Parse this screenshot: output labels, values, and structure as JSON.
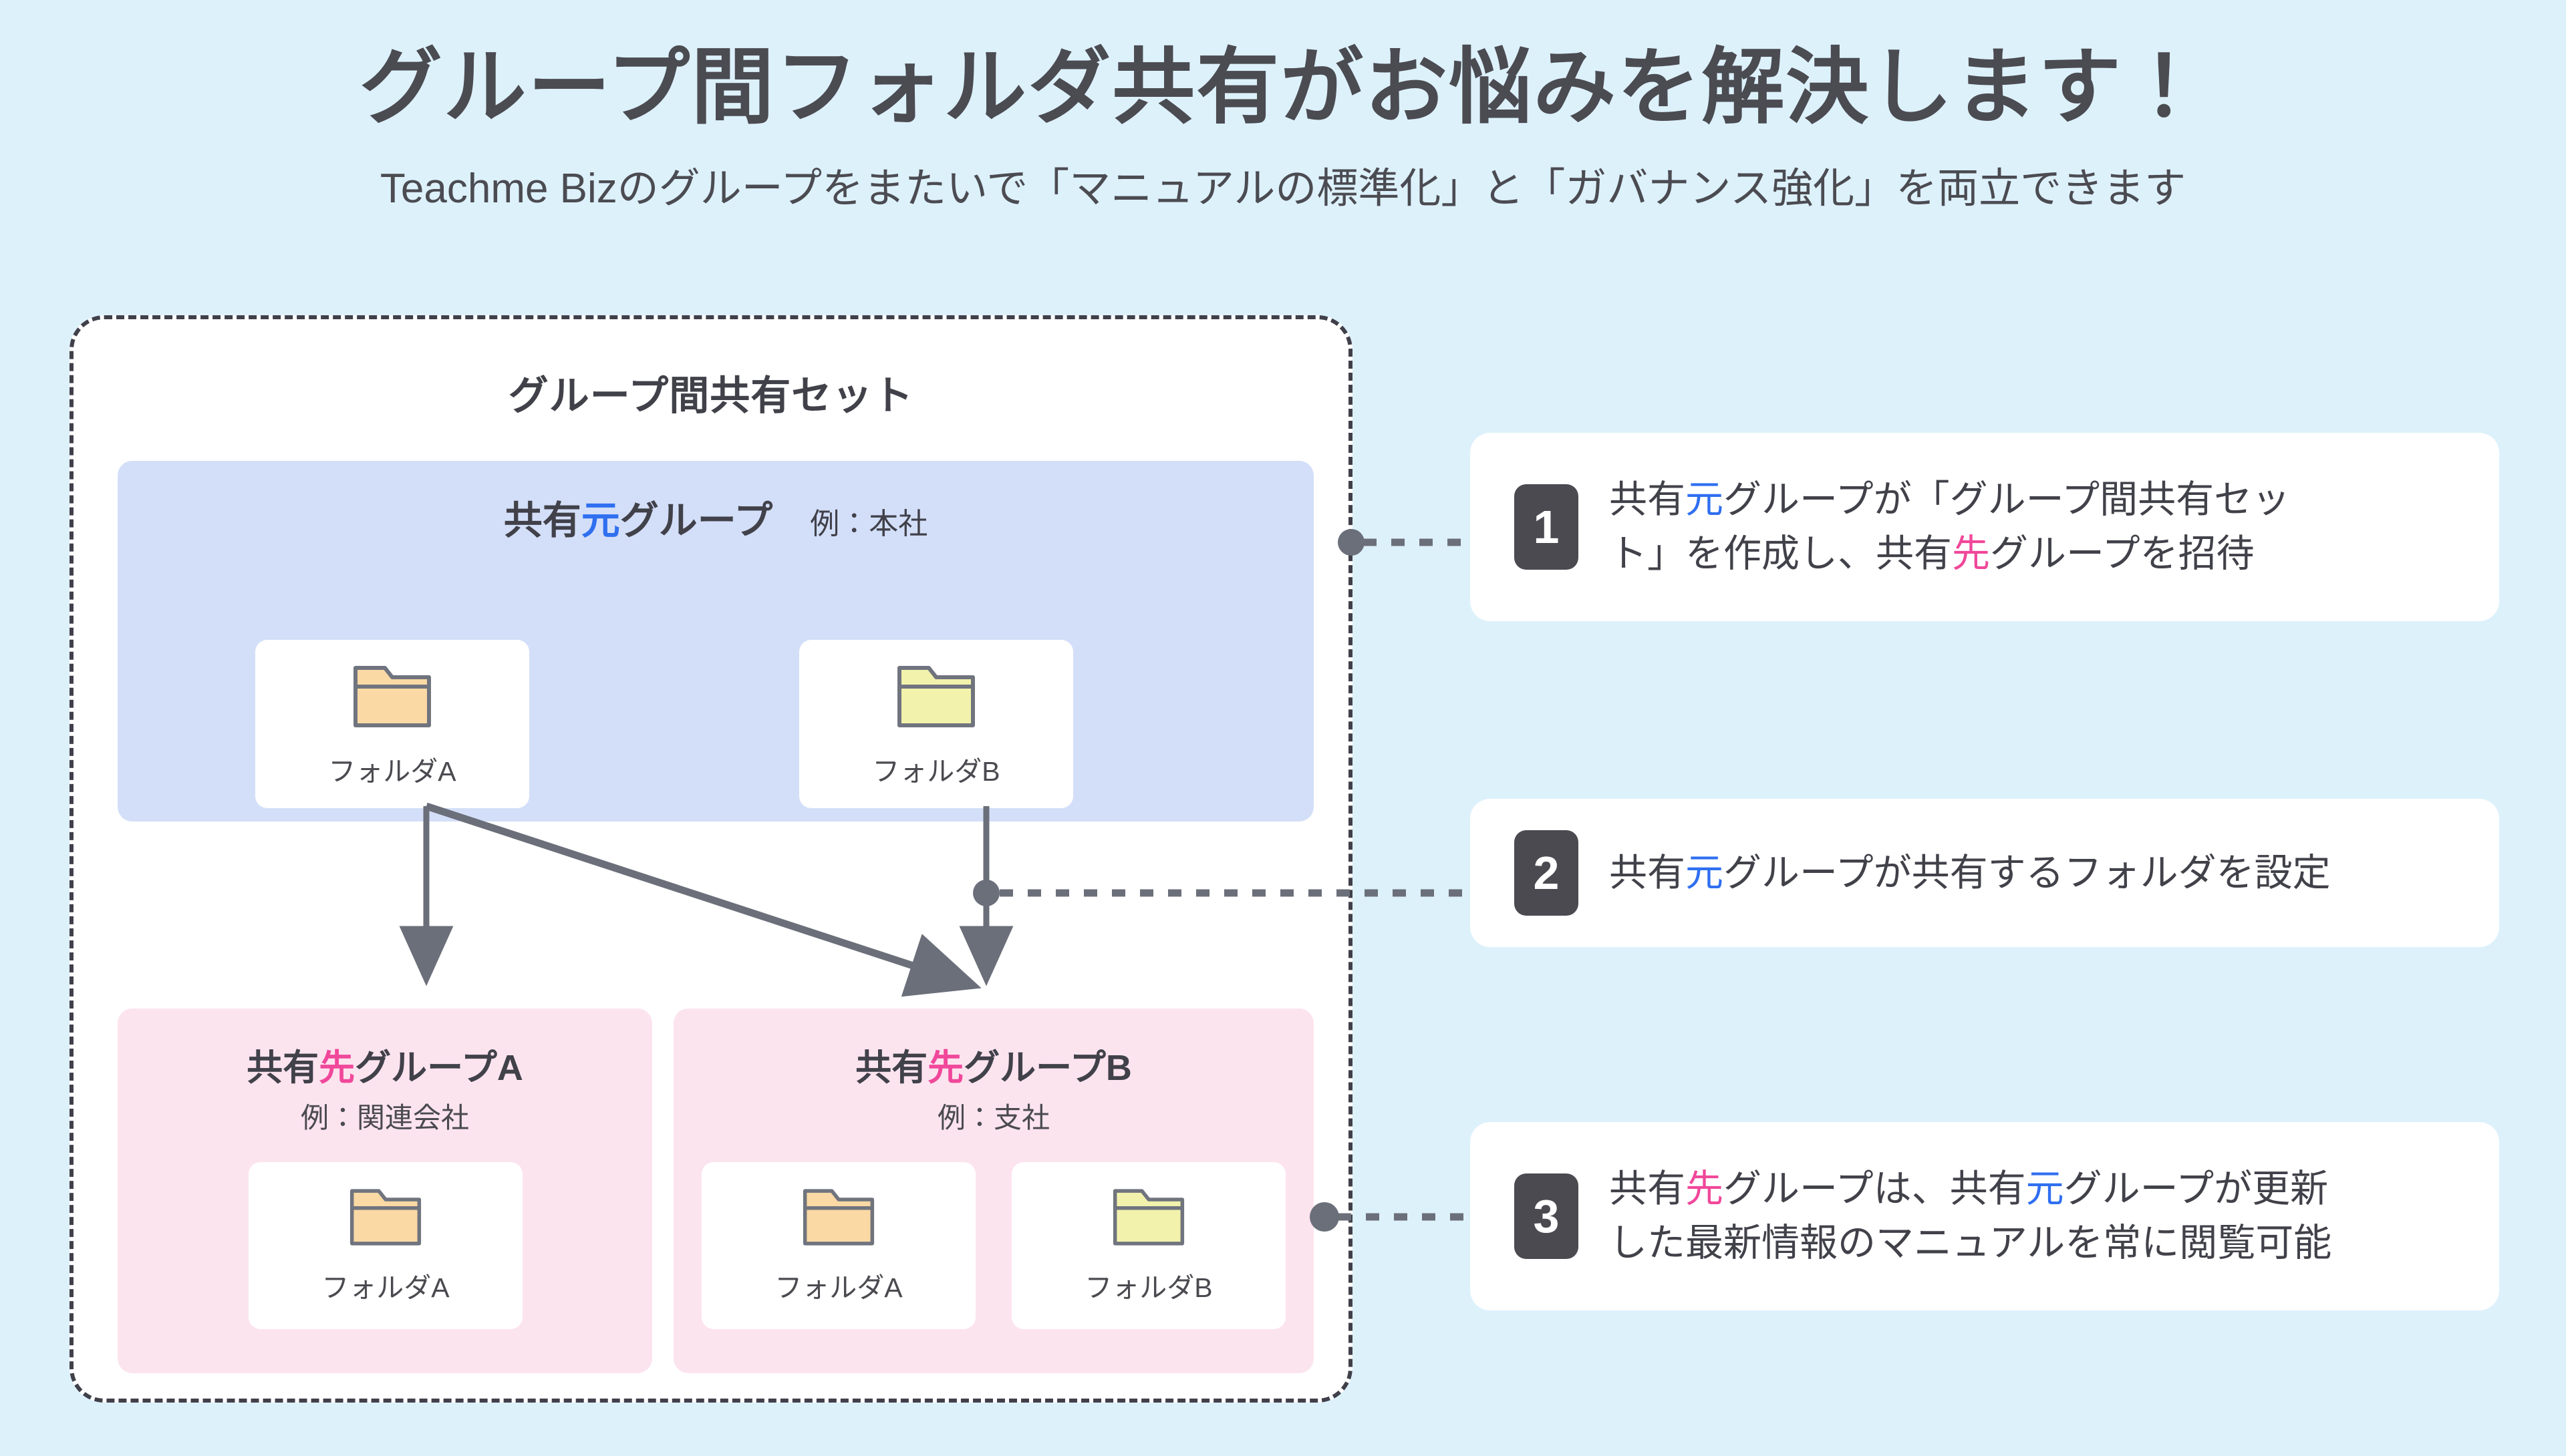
{
  "header": {
    "title": "グループ間フォルダ共有がお悩みを解決します！",
    "subtitle": "Teachme Bizのグループをまたいで「マニュアルの標準化」と「ガバナンス強化」を両立できます"
  },
  "colors": {
    "page_background": "#ddf1fb",
    "card_background": "#ffffff",
    "source_group_background": "#d3dff8",
    "target_group_background": "#fce4ef",
    "accent_blue": "#2f6ff0",
    "accent_pink": "#f0489a",
    "text_dark": "#41414a",
    "badge_background": "#4a4a50",
    "connector_gray": "#6b6f7a",
    "folder_orange_fill": "#fad9a5",
    "folder_yellow_fill": "#f2f2ad",
    "folder_stroke": "#70747e",
    "dashed_border": "#40404a"
  },
  "diagram": {
    "container_title": "グループ間共有セット",
    "source_group": {
      "heading_prefix": "共有",
      "heading_accent": "元",
      "heading_suffix": "グループ",
      "example": "例：本社",
      "folders": [
        {
          "label": "フォルダA",
          "color": "orange"
        },
        {
          "label": "フォルダB",
          "color": "yellow"
        }
      ]
    },
    "target_groups": [
      {
        "heading_prefix": "共有",
        "heading_accent": "先",
        "heading_suffix": "グループA",
        "example": "例：関連会社",
        "folders": [
          {
            "label": "フォルダA",
            "color": "orange"
          }
        ]
      },
      {
        "heading_prefix": "共有",
        "heading_accent": "先",
        "heading_suffix": "グループB",
        "example": "例：支社",
        "folders": [
          {
            "label": "フォルダA",
            "color": "orange"
          },
          {
            "label": "フォルダB",
            "color": "yellow"
          }
        ]
      }
    ]
  },
  "callouts": [
    {
      "number": "1",
      "line1_a": "共有",
      "line1_accent": "元",
      "line1_b": "グループが「グループ間共有セッ",
      "line2_a": "ト」を作成し、共有",
      "line2_accent": "先",
      "line2_b": "グループを招待"
    },
    {
      "number": "2",
      "line1_a": "共有",
      "line1_accent": "元",
      "line1_b": "グループが共有するフォルダを設定",
      "line2_a": "",
      "line2_accent": "",
      "line2_b": ""
    },
    {
      "number": "3",
      "line1_a": "共有",
      "line1_accent": "先",
      "line1_b": "グループは、共有",
      "line1_accent2": "元",
      "line1_c": "グループが更新",
      "line2_a": "した最新情報のマニュアルを常に閲覧可能"
    }
  ]
}
